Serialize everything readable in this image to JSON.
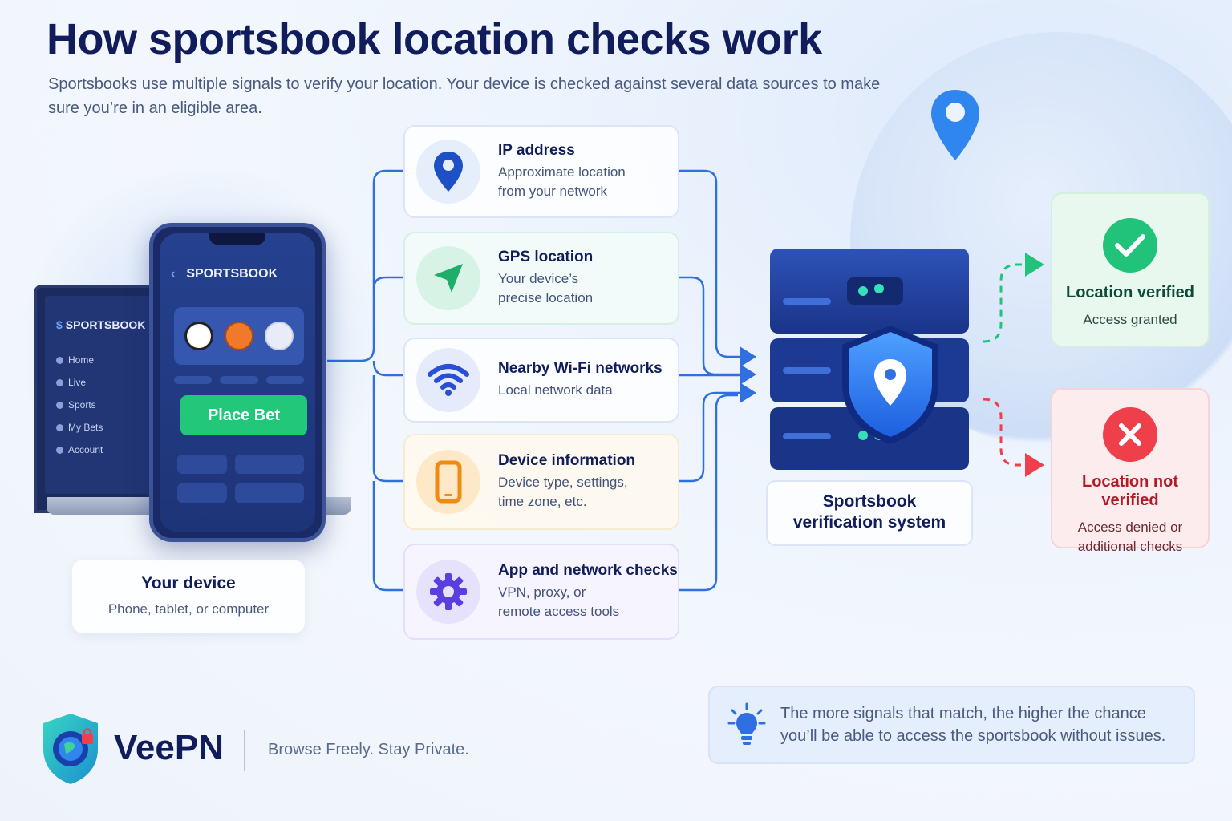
{
  "header": {
    "title": "How sportsbook location checks work",
    "subtitle": "Sportsbooks use multiple signals to verify your location. Your device is checked against several data sources to make sure you’re in an eligible area."
  },
  "device": {
    "laptop_brand": "SPORTSBOOK",
    "laptop_menu": [
      "Home",
      "Live",
      "Sports",
      "My Bets",
      "Account"
    ],
    "phone_header": "SPORTSBOOK",
    "place_bet_label": "Place Bet",
    "card_title": "Your device",
    "card_subtitle": "Phone, tablet, or computer"
  },
  "signals": [
    {
      "title": "IP address",
      "desc1": "Approximate location",
      "desc2": "from your network",
      "icon": "map-pin-icon"
    },
    {
      "title": "GPS location",
      "desc1": "Your device’s",
      "desc2": "precise location",
      "icon": "navigation-arrow-icon"
    },
    {
      "title": "Nearby Wi-Fi networks",
      "desc1": "Local network data",
      "desc2": "",
      "icon": "wifi-icon"
    },
    {
      "title": "Device information",
      "desc1": "Device type, settings,",
      "desc2": "time zone, etc.",
      "icon": "smartphone-icon"
    },
    {
      "title": "App and network checks",
      "desc1": "VPN, proxy, or",
      "desc2": "remote access tools",
      "icon": "gear-icon"
    }
  ],
  "system": {
    "line1": "Sportsbook",
    "line2": "verification system"
  },
  "results": {
    "verified": {
      "title": "Location verified",
      "subtitle": "Access granted",
      "color": "#21c27a"
    },
    "not_verified": {
      "title": "Location not verified",
      "subtitle1": "Access denied or",
      "subtitle2": "additional checks",
      "color": "#ef3f4a"
    }
  },
  "footer": {
    "brand": "VeePN",
    "tagline": "Browse Freely. Stay Private.",
    "tip": "The more signals that match, the higher the chance you’ll be able to access the sportsbook without issues."
  },
  "colors": {
    "primary": "#101d5a",
    "accent_blue": "#2f6fe0",
    "success": "#21c27a",
    "danger": "#ef3f4a"
  }
}
